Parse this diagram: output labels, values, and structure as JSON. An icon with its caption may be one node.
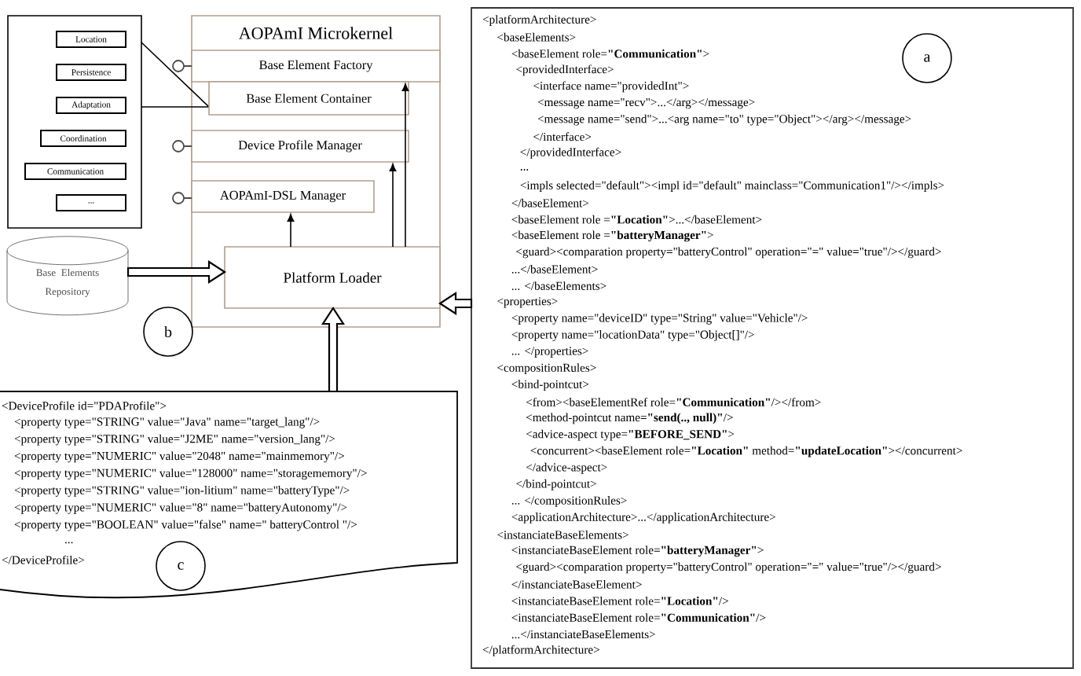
{
  "diagram": {
    "nodes": [
      {
        "text": [
          "AOPAmI Microkernel"
        ]
      },
      {
        "text": [
          "Base Element Factory"
        ],
        "in": 0
      },
      {
        "text": [
          "Base Element Container"
        ],
        "in": 0
      },
      {
        "text": [
          "Device Profile Manager"
        ],
        "in": 0
      },
      {
        "text": [
          "AOPAmI-DSL Manager"
        ],
        "in": 0
      },
      {
        "text": [
          "Platform Loader"
        ],
        "in": 0
      },
      {
        "text": [],
        "shape": "box"
      },
      {
        "text": [
          "Location"
        ],
        "in": 6
      },
      {
        "text": [
          "Persistence"
        ],
        "in": 6
      },
      {
        "text": [
          "Adaptation"
        ],
        "in": 6
      },
      {
        "text": [
          "Coordination"
        ],
        "in": 6
      },
      {
        "text": [
          "Communication"
        ],
        "in": 6
      },
      {
        "text": [
          "..."
        ],
        "in": 6
      },
      {
        "text": [
          "Base Elements Repository"
        ]
      },
      {
        "text": [
          "<DeviceProfile id=\"PDAProfile\">",
          "<property type=\"STRING\" value=\"Java\" name=\"target_lang\"/>",
          "<property type=\"STRING\" value=\"J2ME\" name=\"version_lang\"/>",
          "<property type=\"NUMERIC\" value=\"2048\" name=\"mainmemory\"/>",
          "<property type=\"NUMERIC\" value=\"128000\" name=\"storagememory\"/>",
          "<property type=\"STRING\" value=\"ion-litium\" name=\"batteryType\"/>",
          "<property type=\"NUMERIC\" value=\"8\" name=\"batteryAutonomy\"/>",
          "<property type=\"BOOLEAN\" value=\"false\" name=\" batteryControl \"/>",
          "...",
          "</DeviceProfile>"
        ]
      },
      {
        "text": [
          "<platformArchitecture>",
          "<baseElements>",
          "<baseElement role=**\"Communication\"**>",
          "<providedInterface>",
          "<interface name=\"providedInt\">",
          "<message name=\"recv\">...</arg></message>",
          "<message name=\"send\">...<arg name=\"to\" type=\"Object\"></arg></message>",
          "</interface>",
          "</providedInterface>",
          "...",
          "<impls selected=\"default\"><impl id=\"default\" mainclass=\"Communication1\"/></impls>",
          "</baseElement>",
          "<baseElement role =**\"Location\"**>...</baseElement>",
          "<baseElement role =**\"batteryManager\"**>",
          "<guard><comparation property=\"batteryControl\" operation=\"=\" value=\"true\"/></guard>",
          "...</baseElement>",
          "...    </baseElements>",
          "<properties>",
          "<property name=\"deviceID\" type=\"String\" value=\"Vehicle\"/>",
          "<property name=\"locationData\" type=\"Object[]\"/>",
          "... </properties>",
          "<compositionRules>",
          "<bind-pointcut>",
          "<from><baseElementRef role=**\"Communication\"**/></from>",
          "<method-pointcut name=**\"send(.., null)\"**/>",
          "<advice-aspect type=**\"BEFORE_SEND\"**>",
          "<concurrent><baseElement role=**\"Location\"** method=**\"updateLocation\"**></concurrent>",
          "</advice-aspect>",
          "</bind-pointcut>",
          "... </compositionRules>",
          "<applicationArchitecture>...</applicationArchitecture>",
          "<instanciateBaseElements>",
          "<instanciateBaseElement role=**\"batteryManager\"**>",
          "<guard><comparation property=\"batteryControl\" operation=\"=\" value=\"true\"/></guard>",
          "</instanciateBaseElement>",
          "<instanciateBaseElement role=**\"Location\"**/>",
          "<instanciateBaseElement role=**\"Communication\"**/>",
          "...</instanciateBaseElements>",
          "</platformArchitecture>"
        ]
      }
    ],
    "edges": [
      {
        "from": 5,
        "to": 4,
        "arrow": "to"
      },
      {
        "from": 5,
        "to": 3,
        "arrow": "to"
      },
      {
        "from": 5,
        "to": 1,
        "arrow": "to"
      },
      {
        "from": 13,
        "to": 5,
        "arrow": "to",
        "style": "thick"
      },
      {
        "from": 14,
        "to": 5,
        "arrow": "to",
        "style": "thick"
      },
      {
        "from": 15,
        "to": 5,
        "arrow": "to",
        "style": "thick"
      }
    ],
    "labels": [
      "a",
      "b",
      "c"
    ]
  }
}
